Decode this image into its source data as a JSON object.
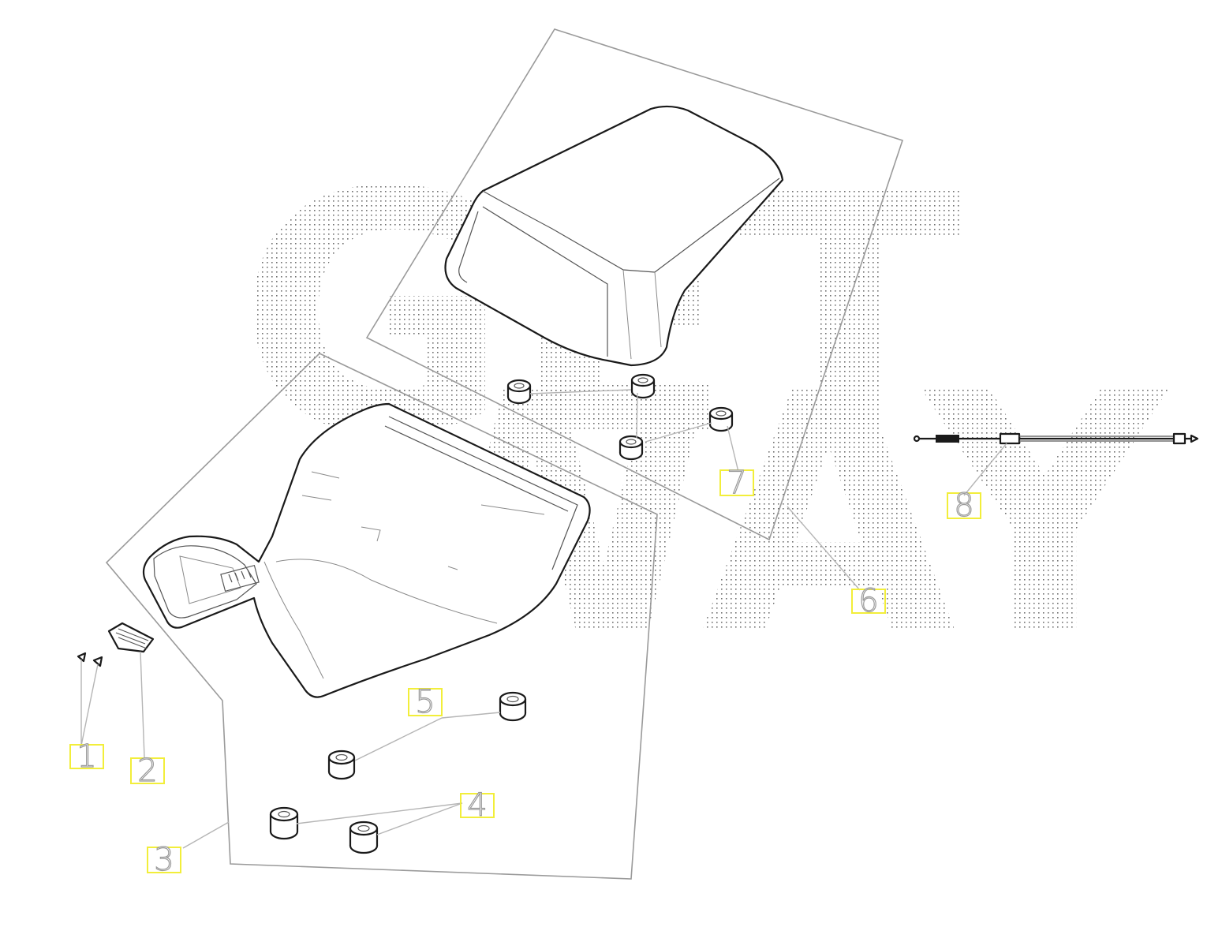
{
  "watermark": {
    "line1": "GET",
    "line2": "WAY"
  },
  "colors": {
    "label_highlight": "#f2ee3a",
    "watermark_dots": "#6f6f6f"
  },
  "callouts": [
    {
      "id": "1",
      "text": "1"
    },
    {
      "id": "2",
      "text": "2"
    },
    {
      "id": "3",
      "text": "3"
    },
    {
      "id": "4",
      "text": "4"
    },
    {
      "id": "5",
      "text": "5"
    },
    {
      "id": "6",
      "text": "6"
    },
    {
      "id": "7",
      "text": "7"
    },
    {
      "id": "8",
      "text": "8"
    }
  ]
}
